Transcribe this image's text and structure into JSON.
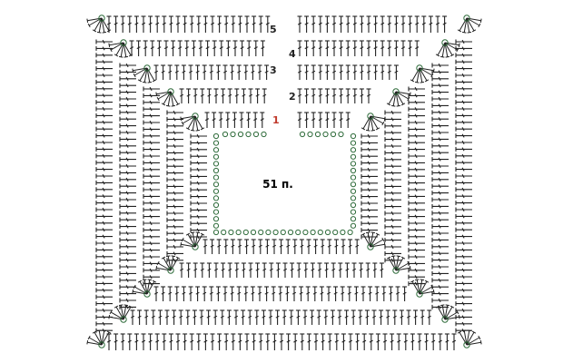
{
  "diagram": {
    "center_label": "51 п.",
    "row_labels": [
      "1",
      "2",
      "3",
      "4",
      "5"
    ],
    "colors": {
      "stitch": "#222222",
      "chain": "#2e6b3a",
      "row1": "#c0392b"
    }
  }
}
